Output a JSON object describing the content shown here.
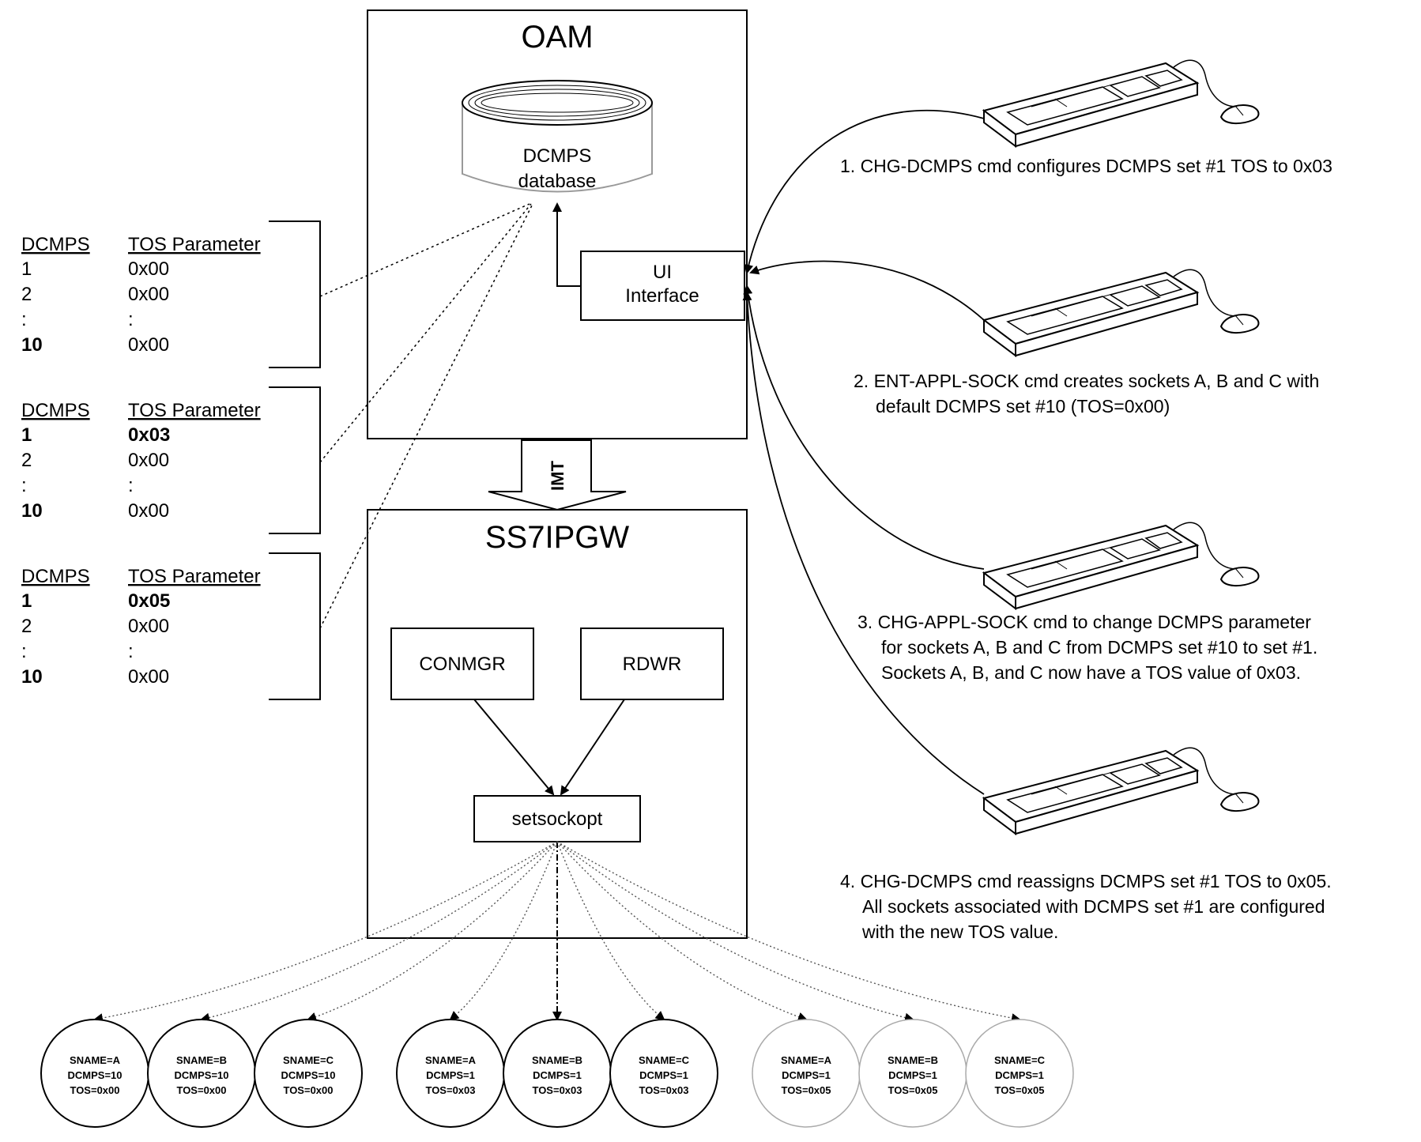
{
  "oam": {
    "title": "OAM"
  },
  "database": {
    "line1": "DCMPS",
    "line2": "database"
  },
  "ui_interface": {
    "line1": "UI",
    "line2": "Interface"
  },
  "imt": {
    "label": "IMT"
  },
  "ss7ipgw": {
    "title": "SS7IPGW"
  },
  "conmgr": {
    "label": "CONMGR"
  },
  "rdwr": {
    "label": "RDWR"
  },
  "setsockopt": {
    "label": "setsockopt"
  },
  "tables": [
    {
      "header_dcmps": "DCMPS",
      "header_tos": "TOS Parameter",
      "rows": [
        [
          "1",
          "0x00"
        ],
        [
          "2",
          "0x00"
        ],
        [
          ":",
          ":"
        ],
        [
          "10",
          "0x00"
        ]
      ]
    },
    {
      "header_dcmps": "DCMPS",
      "header_tos": "TOS Parameter",
      "rows": [
        [
          "1",
          "0x03"
        ],
        [
          "2",
          "0x00"
        ],
        [
          ":",
          ":"
        ],
        [
          "10",
          "0x00"
        ]
      ]
    },
    {
      "header_dcmps": "DCMPS",
      "header_tos": "TOS Parameter",
      "rows": [
        [
          "1",
          "0x05"
        ],
        [
          "2",
          "0x00"
        ],
        [
          ":",
          ":"
        ],
        [
          "10",
          "0x00"
        ]
      ]
    }
  ],
  "steps": [
    {
      "lines": [
        "1. CHG-DCMPS cmd configures DCMPS set #1 TOS to 0x03"
      ]
    },
    {
      "lines": [
        "2. ENT-APPL-SOCK cmd creates sockets A, B and C with",
        "default DCMPS set #10 (TOS=0x00)"
      ]
    },
    {
      "lines": [
        "3. CHG-APPL-SOCK cmd to change DCMPS parameter",
        "for sockets A, B and C from DCMPS set #10 to set #1.",
        "Sockets A, B, and C now have a TOS value of 0x03."
      ]
    },
    {
      "lines": [
        "4. CHG-DCMPS cmd reassigns DCMPS set #1 TOS to 0x05.",
        "All sockets associated with DCMPS set #1 are configured",
        "with the new TOS value."
      ]
    }
  ],
  "sockets": [
    {
      "sname": "SNAME=A",
      "dcmps": "DCMPS=10",
      "tos": "TOS=0x00"
    },
    {
      "sname": "SNAME=B",
      "dcmps": "DCMPS=10",
      "tos": "TOS=0x00"
    },
    {
      "sname": "SNAME=C",
      "dcmps": "DCMPS=10",
      "tos": "TOS=0x00"
    },
    {
      "sname": "SNAME=A",
      "dcmps": "DCMPS=1",
      "tos": "TOS=0x03"
    },
    {
      "sname": "SNAME=B",
      "dcmps": "DCMPS=1",
      "tos": "TOS=0x03"
    },
    {
      "sname": "SNAME=C",
      "dcmps": "DCMPS=1",
      "tos": "TOS=0x03"
    },
    {
      "sname": "SNAME=A",
      "dcmps": "DCMPS=1",
      "tos": "TOS=0x05"
    },
    {
      "sname": "SNAME=B",
      "dcmps": "DCMPS=1",
      "tos": "TOS=0x05"
    },
    {
      "sname": "SNAME=C",
      "dcmps": "DCMPS=1",
      "tos": "TOS=0x05"
    }
  ]
}
